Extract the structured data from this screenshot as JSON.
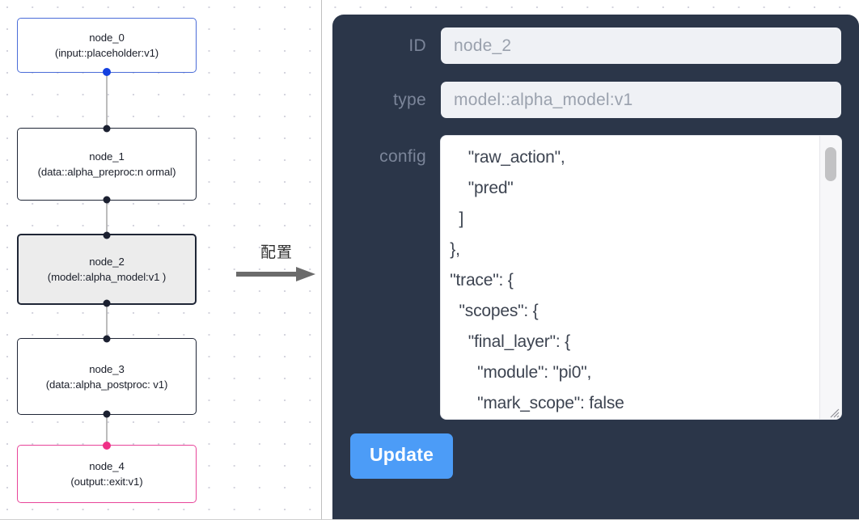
{
  "graph": {
    "nodes": [
      {
        "id": "node_0",
        "type": "(input::placeholder:v1)",
        "kind": "input",
        "selected": false
      },
      {
        "id": "node_1",
        "type": "(data::alpha_preproc:n\normal)",
        "kind": "default",
        "selected": false
      },
      {
        "id": "node_2",
        "type": "(model::alpha_model:v1\n)",
        "kind": "default",
        "selected": true
      },
      {
        "id": "node_3",
        "type": "(data::alpha_postproc:\nv1)",
        "kind": "default",
        "selected": false
      },
      {
        "id": "node_4",
        "type": "(output::exit:v1)",
        "kind": "output",
        "selected": false
      }
    ],
    "colors": {
      "input_border": "#4a6cd8",
      "output_border": "#e8459a",
      "default_border": "#1f2636",
      "selected_fill": "#ececec",
      "edge": "#bcbcbc",
      "handle": "#1b2030",
      "handle_input": "#1340e0",
      "handle_output": "#ef2f86",
      "grid_dot": "#d3d3dd"
    }
  },
  "annotation": {
    "label": "配置",
    "arrow_color": "#6b6b6b"
  },
  "panel": {
    "background": "#2b3649",
    "fields": [
      {
        "label": "ID",
        "value": "node_2"
      },
      {
        "label": "type",
        "value": "model::alpha_model:v1"
      }
    ],
    "config": {
      "label": "config",
      "value": "      \"raw_action\",\n      \"pred\"\n    ]\n  },\n  \"trace\": {\n    \"scopes\": {\n      \"final_layer\": {\n        \"module\": \"pi0\",\n        \"mark_scope\": false\n      },\n      \"action_model\": {"
    },
    "update_label": "Update",
    "update_color": "#4c9cf7"
  }
}
